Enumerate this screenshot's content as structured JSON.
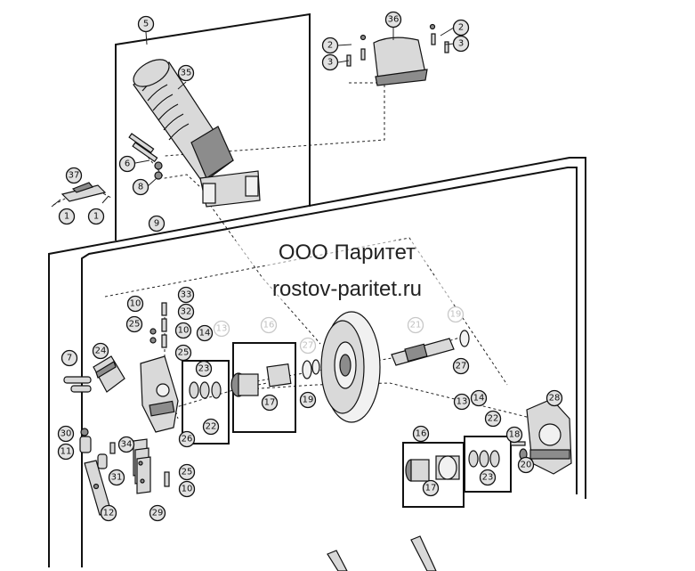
{
  "watermark": {
    "company": "ООО Паритет",
    "site": "rostov-paritet.ru"
  },
  "callouts": {
    "c1a": "1",
    "c1b": "1",
    "c2a": "2",
    "c2b": "2",
    "c3a": "3",
    "c3b": "3",
    "c5": "5",
    "c6": "6",
    "c7": "7",
    "c8": "8",
    "c9": "9",
    "c10a": "10",
    "c10b": "10",
    "c10c": "10",
    "c11": "11",
    "c12": "12",
    "c13a": "13",
    "c13b": "13",
    "c14a": "14",
    "c14b": "14",
    "c16a": "16",
    "c16b": "16",
    "c17a": "17",
    "c17b": "17",
    "c18": "18",
    "c19a": "19",
    "c19b": "19",
    "c20": "20",
    "c21": "21",
    "c22a": "22",
    "c22b": "22",
    "c23a": "23",
    "c23b": "23",
    "c24": "24",
    "c25a": "25",
    "c25b": "25",
    "c25c": "25",
    "c26": "26",
    "c27a": "27",
    "c27b": "27",
    "c28": "28",
    "c29": "29",
    "c30": "30",
    "c31": "31",
    "c32": "32",
    "c33": "33",
    "c34": "34",
    "c35": "35",
    "c36": "36",
    "c37": "37"
  }
}
